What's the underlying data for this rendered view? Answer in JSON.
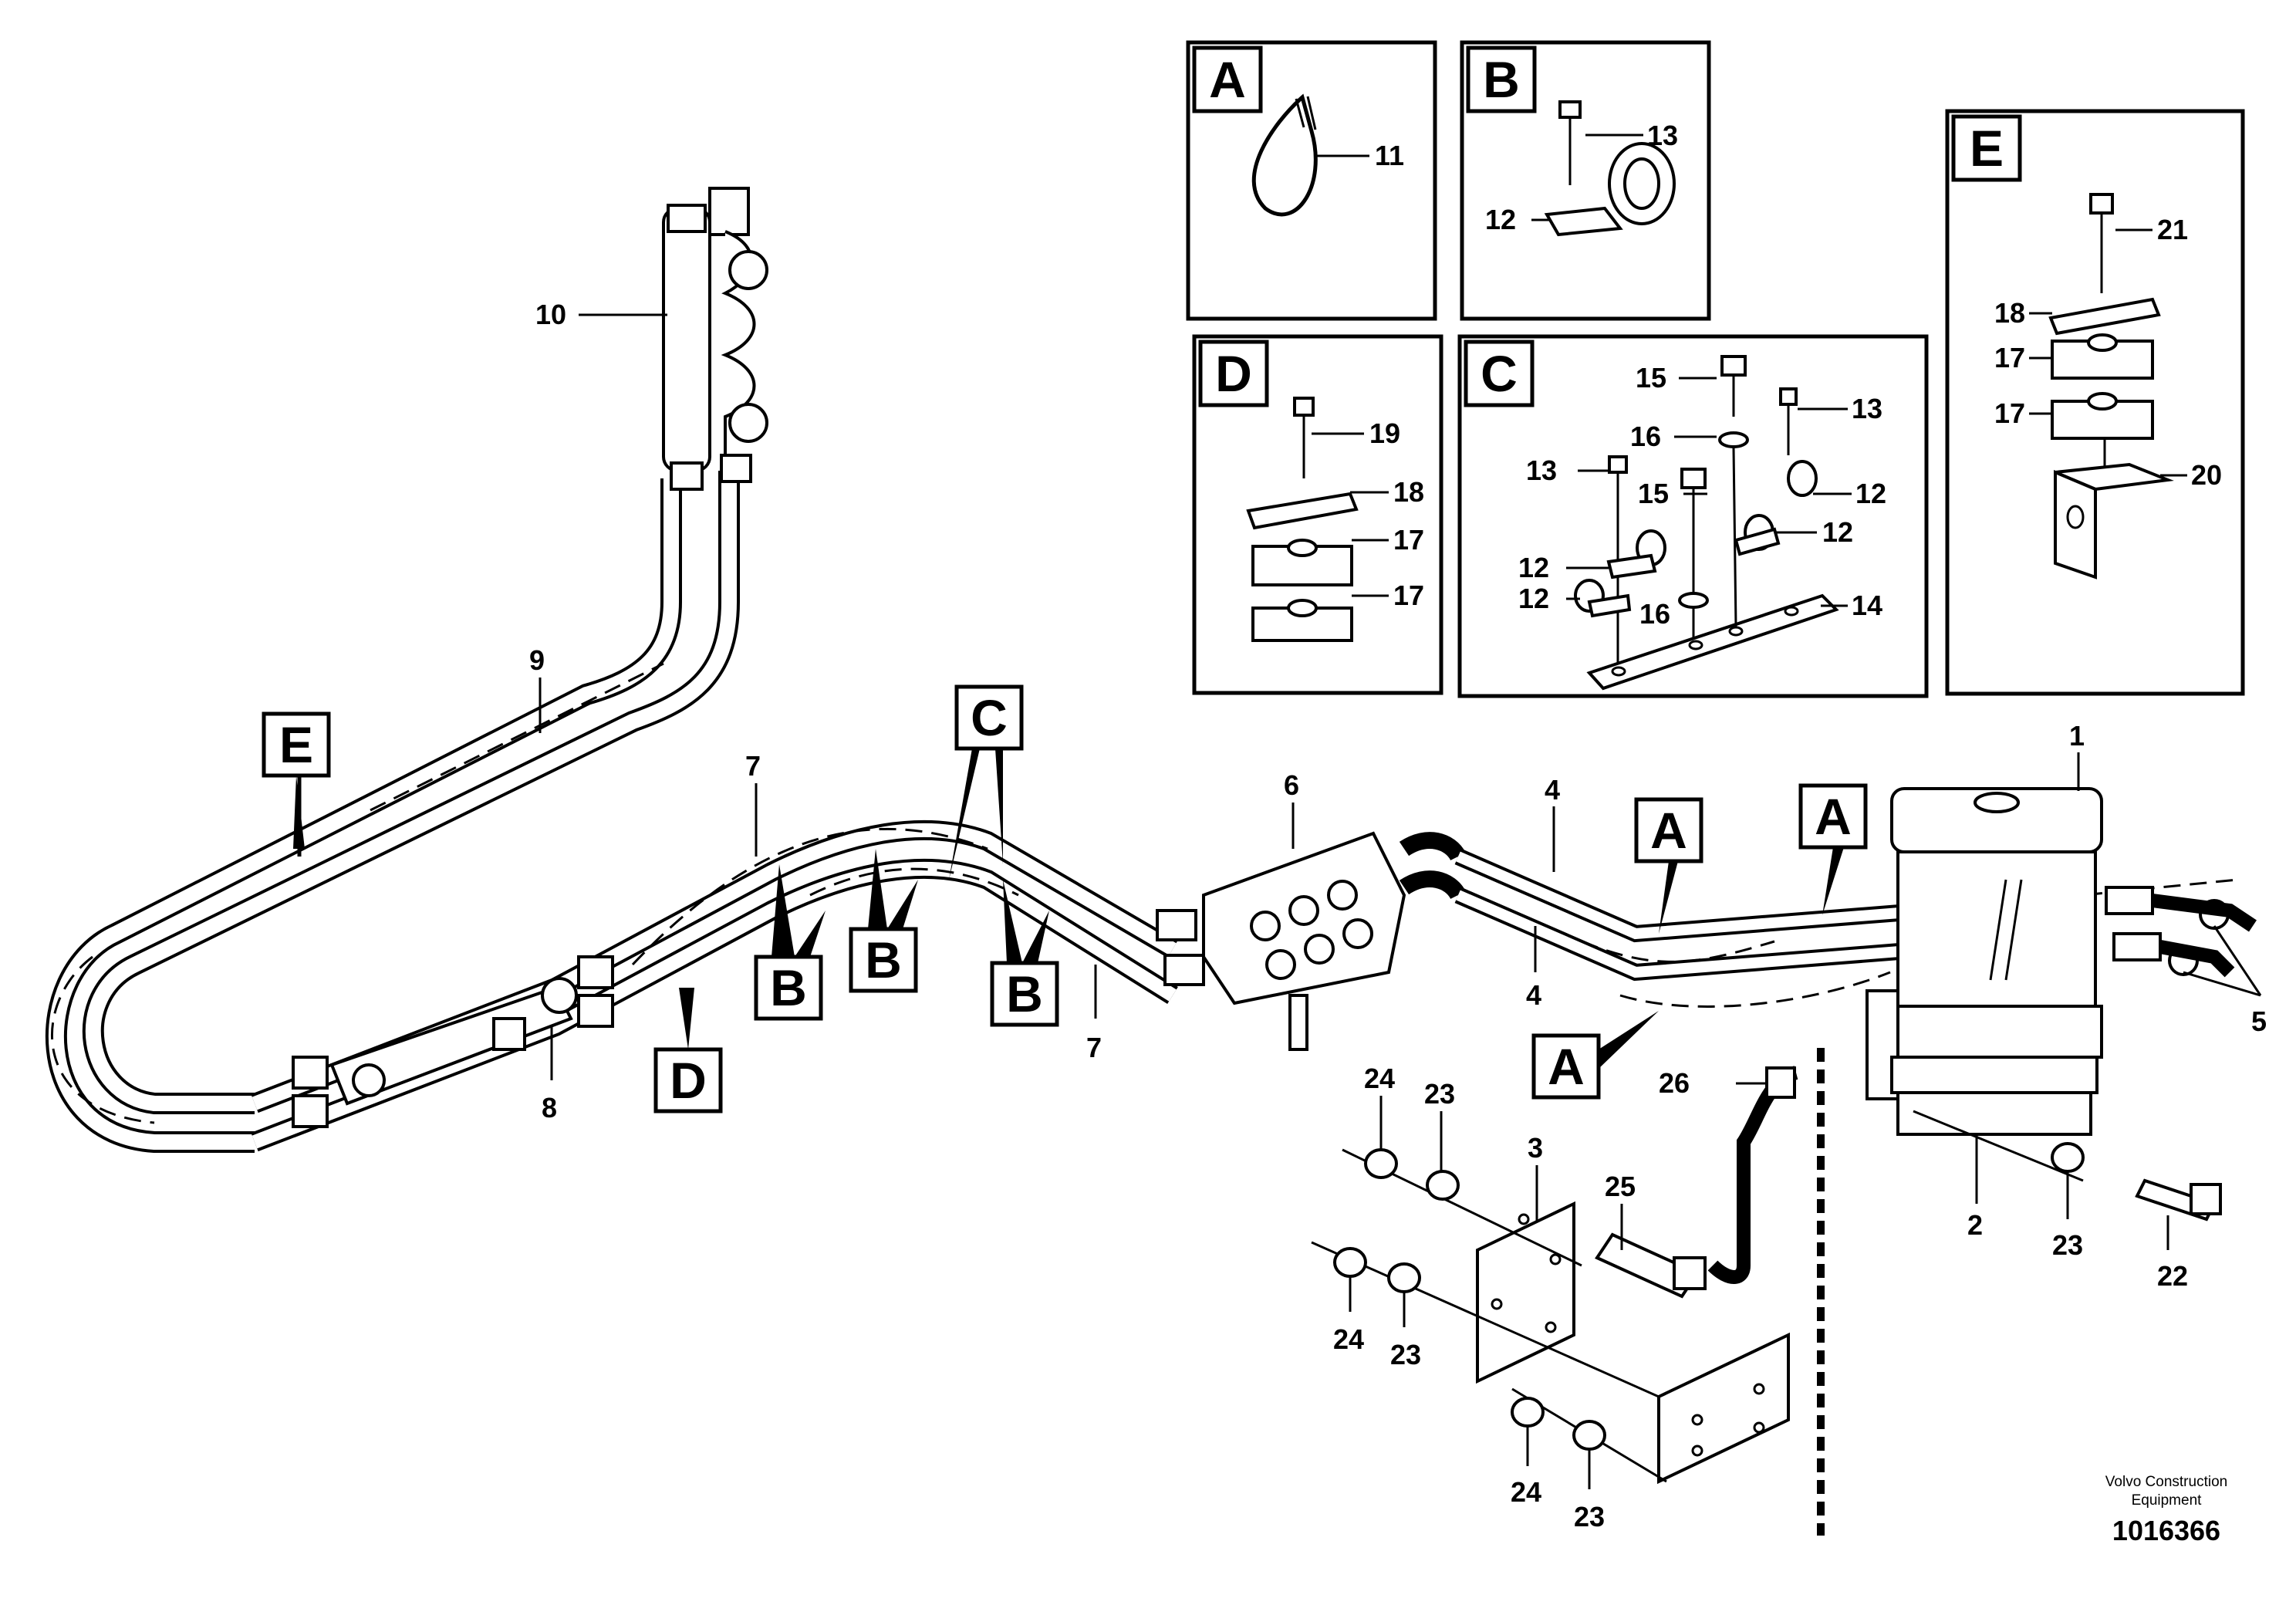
{
  "detail_boxes": {
    "A": {
      "letter": "A",
      "labels": [
        "11"
      ]
    },
    "B": {
      "letter": "B",
      "labels": [
        "13",
        "12"
      ]
    },
    "C": {
      "letter": "C",
      "labels": [
        "15",
        "13",
        "16",
        "13",
        "15",
        "12",
        "12",
        "12",
        "12",
        "16",
        "14"
      ]
    },
    "D": {
      "letter": "D",
      "labels": [
        "19",
        "18",
        "17",
        "17"
      ]
    },
    "E": {
      "letter": "E",
      "labels": [
        "21",
        "18",
        "17",
        "17",
        "20"
      ]
    }
  },
  "callouts": {
    "E": "E",
    "D": "D",
    "B1": "B",
    "B2": "B",
    "B3": "B",
    "C": "C",
    "A1": "A",
    "A2": "A",
    "A3": "A"
  },
  "part_numbers": {
    "p10": "10",
    "p9": "9",
    "p8": "8",
    "p7a": "7",
    "p7b": "7",
    "p6": "6",
    "p4a": "4",
    "p4b": "4",
    "p1": "1",
    "p5": "5",
    "p26": "26",
    "p2": "2",
    "p3": "3",
    "p25": "25",
    "p24a": "24",
    "p23a": "23",
    "p24b": "24",
    "p23b": "23",
    "p24c": "24",
    "p23c": "23",
    "p23d": "23",
    "p22": "22"
  },
  "credit": {
    "line1": "Volvo Construction",
    "line2": "Equipment",
    "doc_number": "1016366"
  }
}
